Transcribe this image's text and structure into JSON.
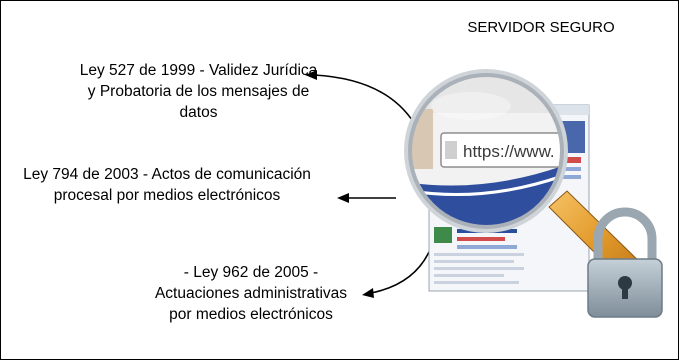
{
  "title": "SERVIDOR SEGURO",
  "laws": [
    {
      "text": "Ley 527 de 1999 - Validez Jurídica y Probatoria de los mensajes de datos"
    },
    {
      "text": "Ley 794 de 2003 - Actos de comunicación procesal por medios electrónicos"
    },
    {
      "text": "- Ley 962 de 2005 - Actuaciones administrativas por medios electrónicos"
    }
  ],
  "browser": {
    "address_text": "https://www."
  },
  "icons": [
    "magnifying-glass-icon",
    "padlock-icon",
    "browser-window"
  ],
  "colors": {
    "lens_rim": "#c0c4c8",
    "handle": "#e29a2a",
    "lock": "#8a9aa6",
    "link_blue": "#2a4d9c"
  }
}
